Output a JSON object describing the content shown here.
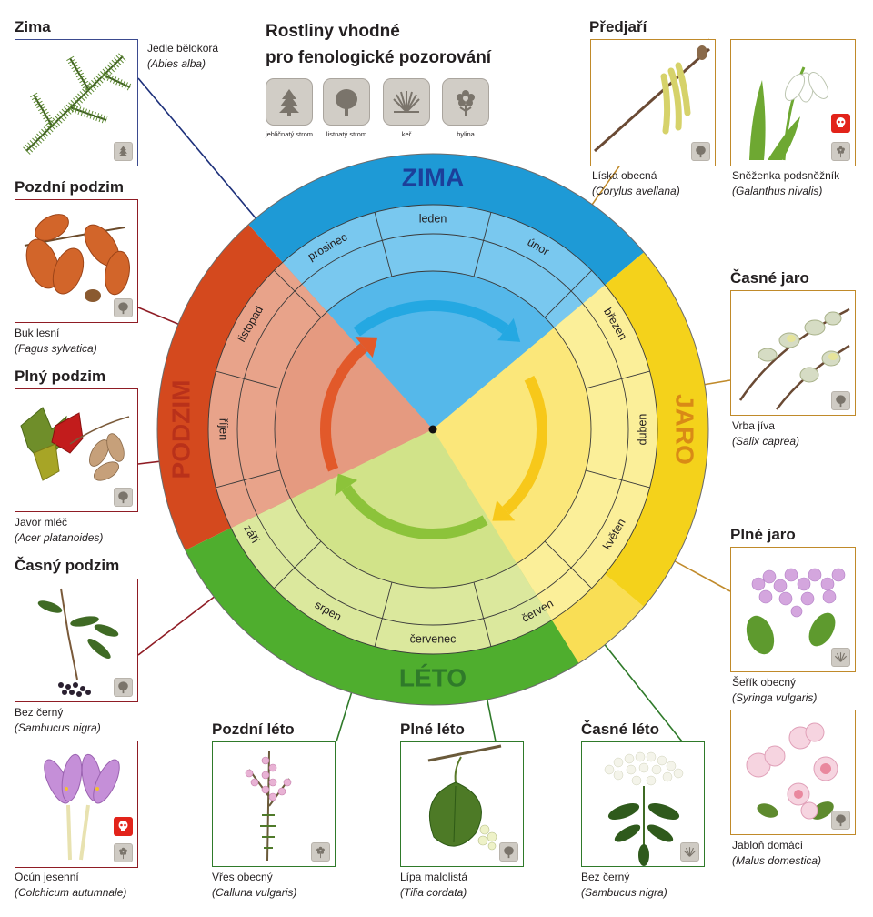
{
  "title": {
    "line1": "Rostliny vhodné",
    "line2": "pro fenologické pozorování"
  },
  "legend": [
    {
      "icon": "conifer-tree-icon",
      "label": "jehličnatý strom"
    },
    {
      "icon": "deciduous-tree-icon",
      "label": "listnatý strom"
    },
    {
      "icon": "shrub-icon",
      "label": "keř"
    },
    {
      "icon": "herb-icon",
      "label": "bylina"
    }
  ],
  "wheel": {
    "seasons": [
      {
        "label": "ZIMA",
        "color": "#1e9ad6"
      },
      {
        "label": "JARO",
        "color": "#f4d21b"
      },
      {
        "label": "LÉTO",
        "color": "#4fae2e"
      },
      {
        "label": "PODZIM",
        "color": "#d4491e"
      }
    ],
    "months": [
      "prosinec",
      "leden",
      "únor",
      "březen",
      "duben",
      "květen",
      "červen",
      "červenec",
      "srpen",
      "září",
      "říjen",
      "listopad"
    ]
  },
  "phases": {
    "zima": "Zima",
    "pozdni_podzim": "Pozdní podzim",
    "plny_podzim": "Plný podzim",
    "casny_podzim": "Časný podzim",
    "predjari": "Předjaří",
    "casne_jaro": "Časné jaro",
    "plne_jaro": "Plné jaro",
    "pozdni_leto": "Pozdní léto",
    "plne_leto": "Plné léto",
    "casne_leto": "Časné léto"
  },
  "plants": {
    "jedle": {
      "name": "Jedle bělokorá",
      "latin": "(Abies alba)",
      "type": "conifer-tree-icon"
    },
    "buk": {
      "name": "Buk lesní",
      "latin": "(Fagus sylvatica)",
      "type": "deciduous-tree-icon"
    },
    "javor": {
      "name": "Javor mléč",
      "latin": "(Acer platanoides)",
      "type": "deciduous-tree-icon"
    },
    "bez_podzim": {
      "name": "Bez černý",
      "latin": "(Sambucus nigra)",
      "type": "deciduous-tree-icon"
    },
    "ocun": {
      "name": "Ocún jesenní",
      "latin": "(Colchicum autumnale)",
      "type": "herb-icon",
      "poisonous": true
    },
    "liska": {
      "name": "Líska obecná",
      "latin": "(Corylus avellana)",
      "type": "deciduous-tree-icon"
    },
    "snezenka": {
      "name": "Sněženka podsněžník",
      "latin": "(Galanthus nivalis)",
      "type": "herb-icon",
      "poisonous": true
    },
    "vrba": {
      "name": "Vrba jíva",
      "latin": "(Salix caprea)",
      "type": "deciduous-tree-icon"
    },
    "serik": {
      "name": "Šeřík obecný",
      "latin": "(Syringa vulgaris)",
      "type": "shrub-icon"
    },
    "jablon": {
      "name": "Jabloň domácí",
      "latin": "(Malus domestica)",
      "type": "deciduous-tree-icon"
    },
    "vres": {
      "name": "Vřes obecný",
      "latin": "(Calluna vulgaris)",
      "type": "herb-icon"
    },
    "lipa": {
      "name": "Lípa malolistá",
      "latin": "(Tilia cordata)",
      "type": "deciduous-tree-icon"
    },
    "bez_leto": {
      "name": "Bez černý",
      "latin": "(Sambucus nigra)",
      "type": "shrub-icon"
    }
  },
  "colors": {
    "zima": "#1e9ad6",
    "jaro": "#f4d21b",
    "leto": "#4fae2e",
    "podzim": "#d4491e"
  }
}
